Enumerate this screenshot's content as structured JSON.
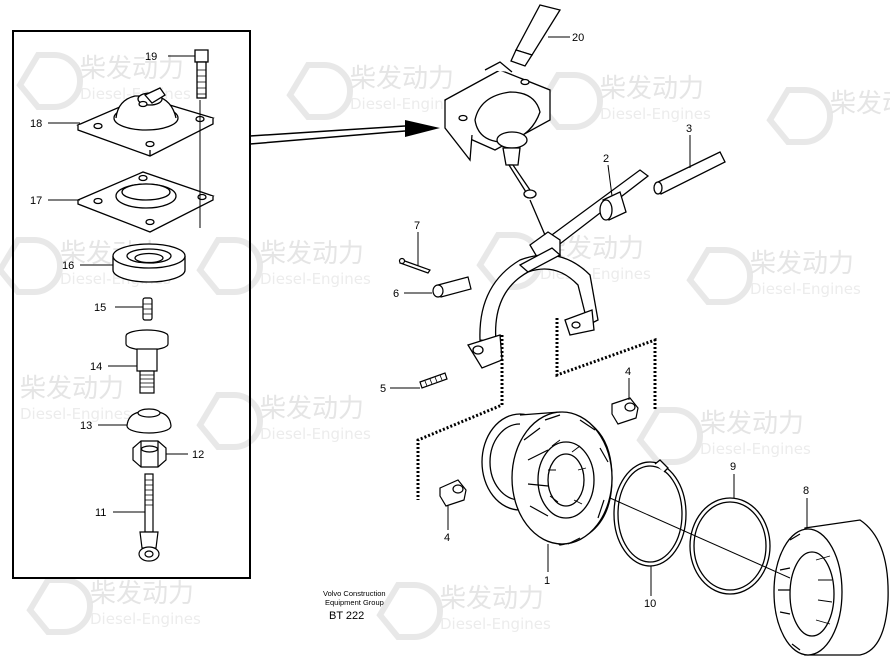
{
  "watermark": {
    "cn": "柴发动力",
    "en": "Diesel-Engines"
  },
  "callouts": {
    "c1": "1",
    "c2": "2",
    "c3": "3",
    "c4a": "4",
    "c4b": "4",
    "c5": "5",
    "c6": "6",
    "c7": "7",
    "c8": "8",
    "c9": "9",
    "c10": "10",
    "c11": "11",
    "c12": "12",
    "c13": "13",
    "c14": "14",
    "c15": "15",
    "c16": "16",
    "c17": "17",
    "c18": "18",
    "c19": "19",
    "c20": "20"
  },
  "caption": {
    "line1": "Volvo Construction",
    "line2": "Equipment Group",
    "code": "BT 222"
  }
}
